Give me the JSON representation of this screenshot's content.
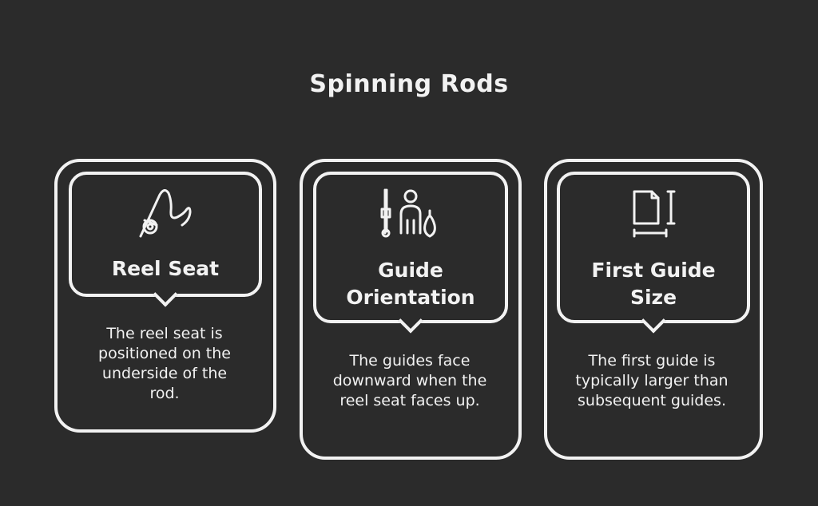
{
  "title": "Spinning Rods",
  "cards": [
    {
      "heading": "Reel Seat",
      "description": "The reel seat is positioned on the underside of the rod.",
      "icon": "fishing-reel-icon"
    },
    {
      "heading": "Guide Orientation",
      "description": "The guides face downward when the reel seat faces up.",
      "icon": "angler-with-rod-icon"
    },
    {
      "heading": "First Guide Size",
      "description": "The first guide is typically larger than subsequent guides.",
      "icon": "size-measurement-icon"
    }
  ]
}
